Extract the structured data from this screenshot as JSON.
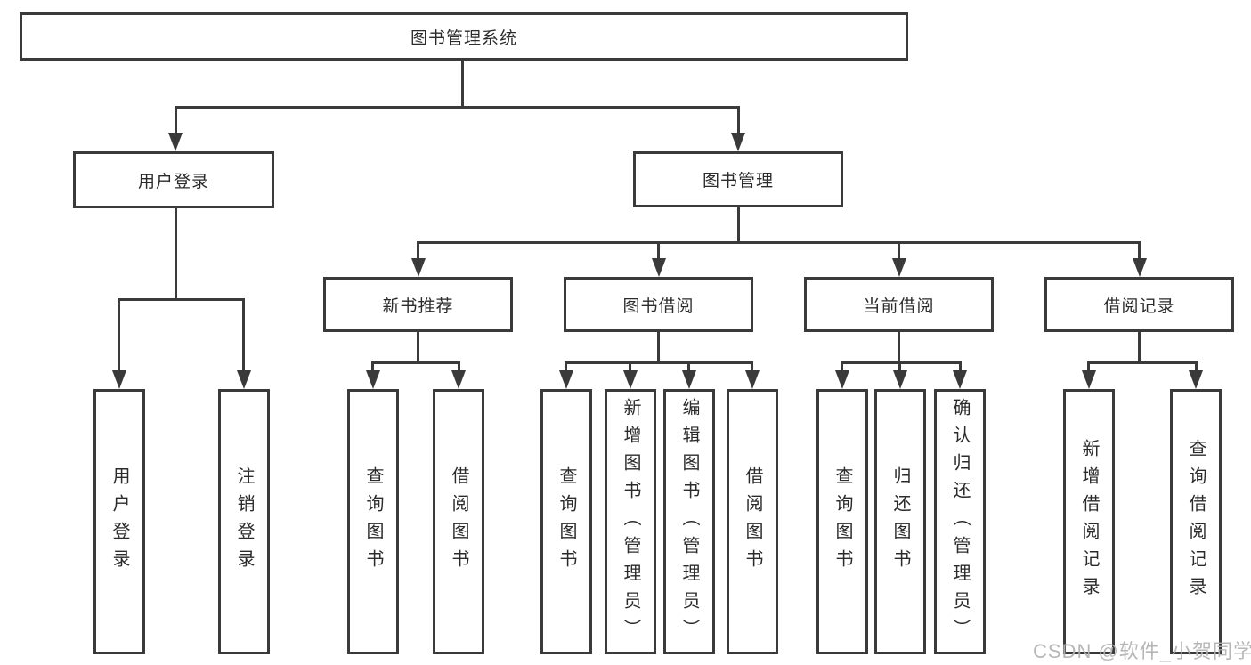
{
  "diagram": {
    "type": "hierarchy-tree",
    "root": {
      "label": "图书管理系统"
    },
    "level2": [
      {
        "label": "用户登录",
        "parent": "图书管理系统"
      },
      {
        "label": "图书管理",
        "parent": "图书管理系统"
      }
    ],
    "level3": [
      {
        "label": "新书推荐",
        "parent": "图书管理"
      },
      {
        "label": "图书借阅",
        "parent": "图书管理"
      },
      {
        "label": "当前借阅",
        "parent": "图书管理"
      },
      {
        "label": "借阅记录",
        "parent": "图书管理"
      }
    ],
    "leaves": [
      {
        "label": "用户登录",
        "parent": "用户登录"
      },
      {
        "label": "注销登录",
        "parent": "用户登录"
      },
      {
        "label": "查询图书",
        "parent": "新书推荐"
      },
      {
        "label": "借阅图书",
        "parent": "新书推荐"
      },
      {
        "label": "查询图书",
        "parent": "图书借阅"
      },
      {
        "label": "新增图书（管理员）",
        "parent": "图书借阅"
      },
      {
        "label": "编辑图书（管理员）",
        "parent": "图书借阅"
      },
      {
        "label": "借阅图书",
        "parent": "图书借阅"
      },
      {
        "label": "查询图书",
        "parent": "当前借阅"
      },
      {
        "label": "归还图书",
        "parent": "当前借阅"
      },
      {
        "label": "确认归还（管理员）",
        "parent": "当前借阅"
      },
      {
        "label": "新增借阅记录",
        "parent": "借阅记录"
      },
      {
        "label": "查询借阅记录",
        "parent": "借阅记录"
      }
    ],
    "colors": {
      "line": "#3a3a3a",
      "text": "#2b2b2b",
      "background": "#ffffff",
      "watermark": "#b1b1b1"
    }
  },
  "watermark": {
    "text": "CSDN @软件_小贺同学"
  }
}
